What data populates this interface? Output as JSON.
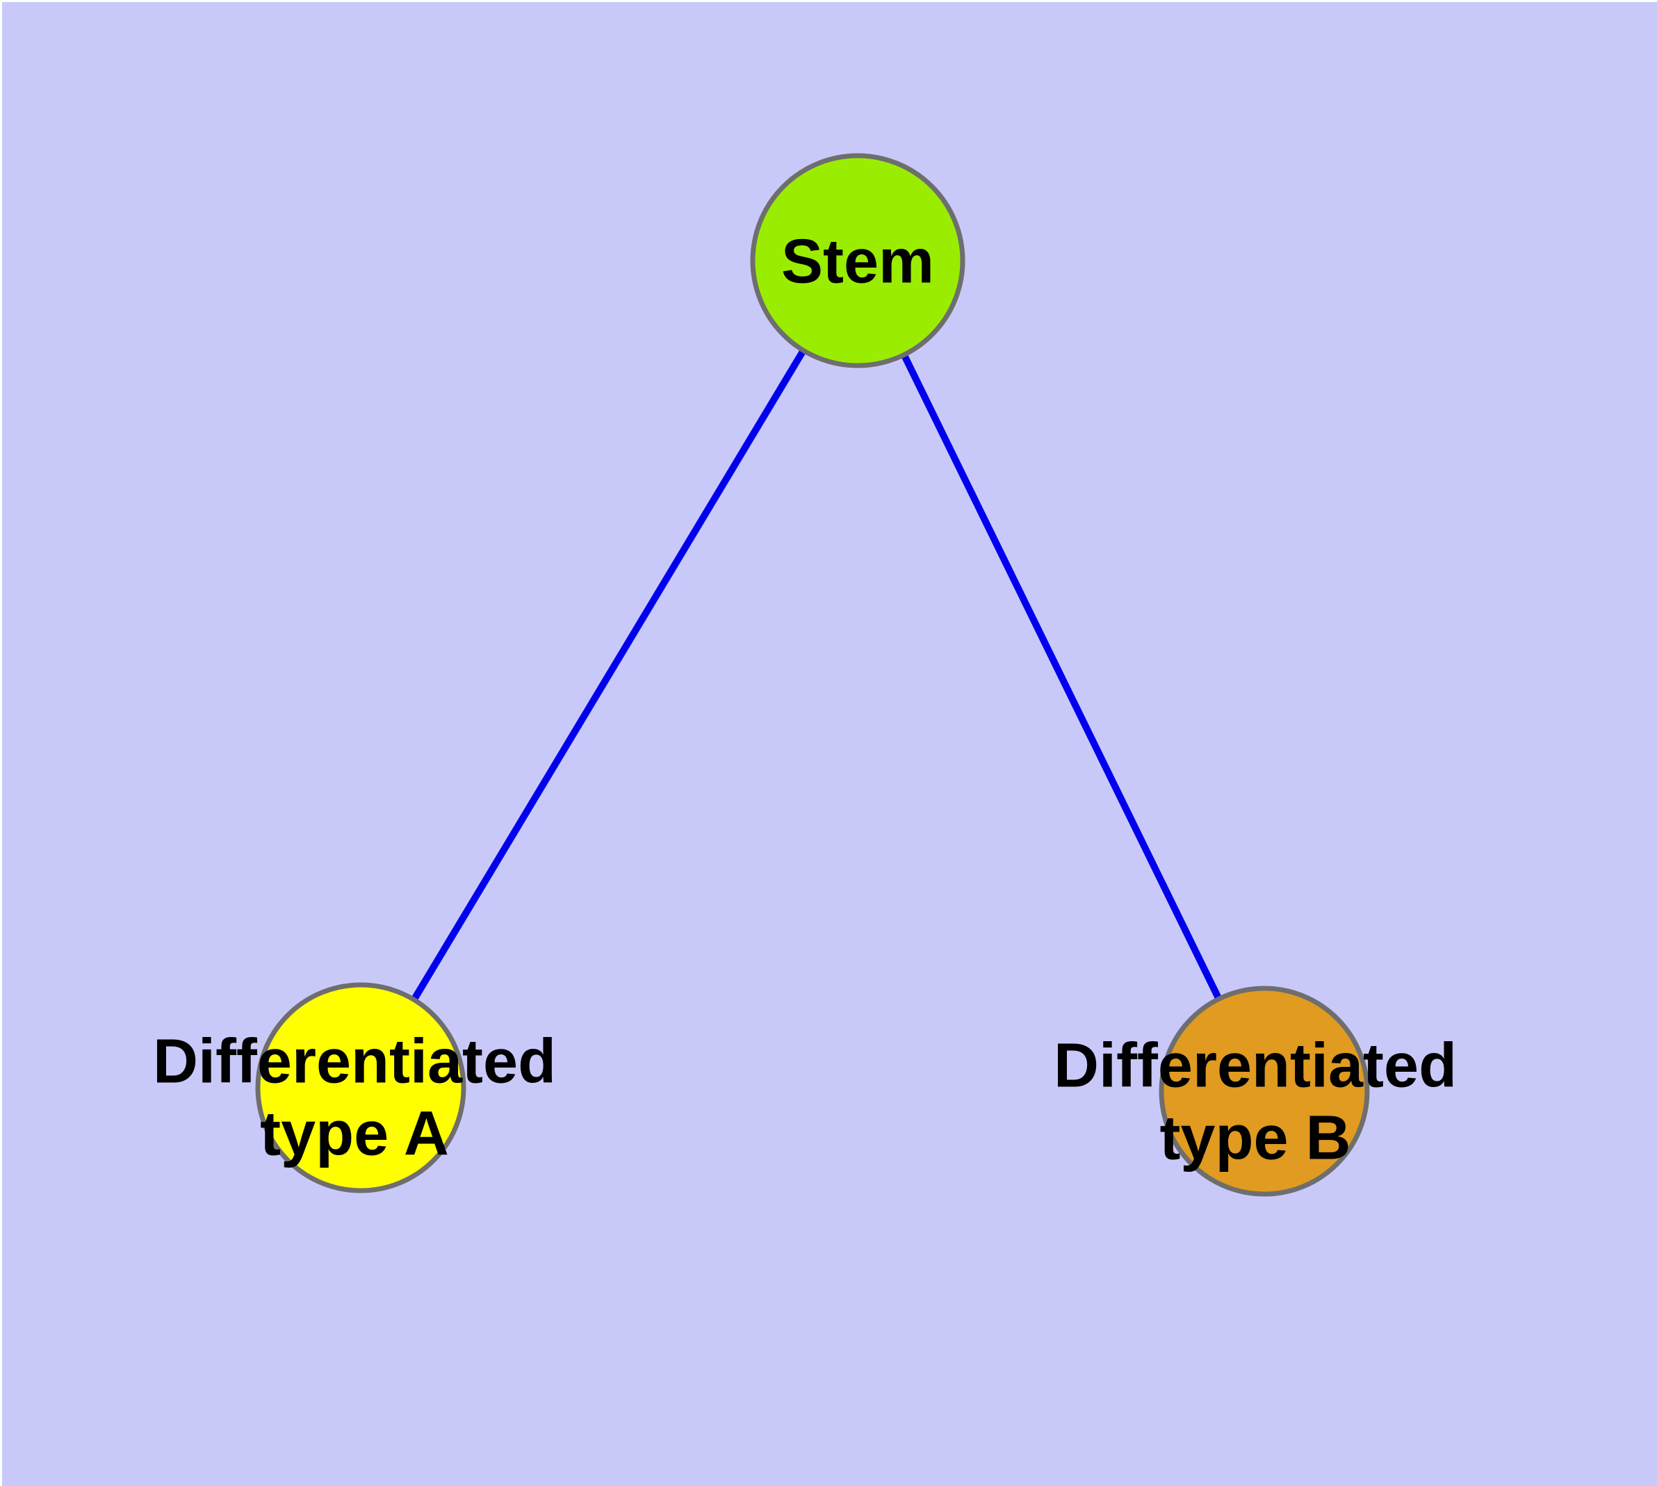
{
  "diagram": {
    "description": "Cell differentiation graph: a Stem node connected to two differentiated cell-type nodes",
    "colors": {
      "background": "#c9c9f9",
      "page_margin": "#ffffff",
      "edge": "#0000ee",
      "node_border": "#6e6e6e",
      "label_text": "#000000"
    },
    "nodes": [
      {
        "id": "stem",
        "label": "Stem",
        "fill": "#9aed00",
        "border_color": "#6e6e6e"
      },
      {
        "id": "differentiated-type-a",
        "label": "Differentiated\ntype A",
        "fill": "#ffff00",
        "border_color": "#6e6e6e"
      },
      {
        "id": "differentiated-type-b",
        "label": "Differentiated\ntype B",
        "fill": "#e09b20",
        "border_color": "#6e6e6e"
      }
    ],
    "edges": [
      {
        "from": "stem",
        "to": "differentiated-type-a",
        "color": "#0000ee"
      },
      {
        "from": "stem",
        "to": "differentiated-type-b",
        "color": "#0000ee"
      }
    ]
  }
}
